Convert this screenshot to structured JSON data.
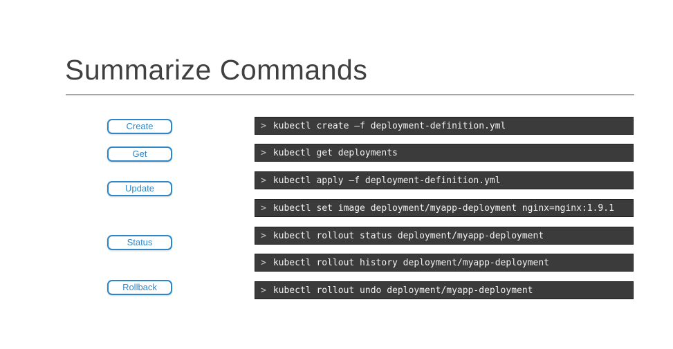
{
  "slide": {
    "title": "Summarize Commands"
  },
  "buttons": [
    {
      "label": "Create"
    },
    {
      "label": "Get"
    },
    {
      "label": "Update"
    },
    {
      "label": "Status"
    },
    {
      "label": "Rollback"
    }
  ],
  "terminal": {
    "prompt": ">",
    "commands": [
      {
        "text": "kubectl create –f deployment-definition.yml"
      },
      {
        "text": "kubectl get deployments"
      },
      {
        "text": "kubectl apply –f deployment-definition.yml"
      },
      {
        "text": "kubectl set image deployment/myapp-deployment nginx=nginx:1.9.1"
      },
      {
        "text": "kubectl rollout status deployment/myapp-deployment"
      },
      {
        "text": "kubectl rollout history deployment/myapp-deployment"
      },
      {
        "text": "kubectl rollout undo deployment/myapp-deployment"
      }
    ]
  },
  "colors": {
    "accent_blue": "#2e86c8",
    "terminal_background": "#3b3b3b",
    "terminal_text": "#f2f2f2",
    "title_text": "#404040",
    "divider_gray": "#a6a6a6"
  }
}
